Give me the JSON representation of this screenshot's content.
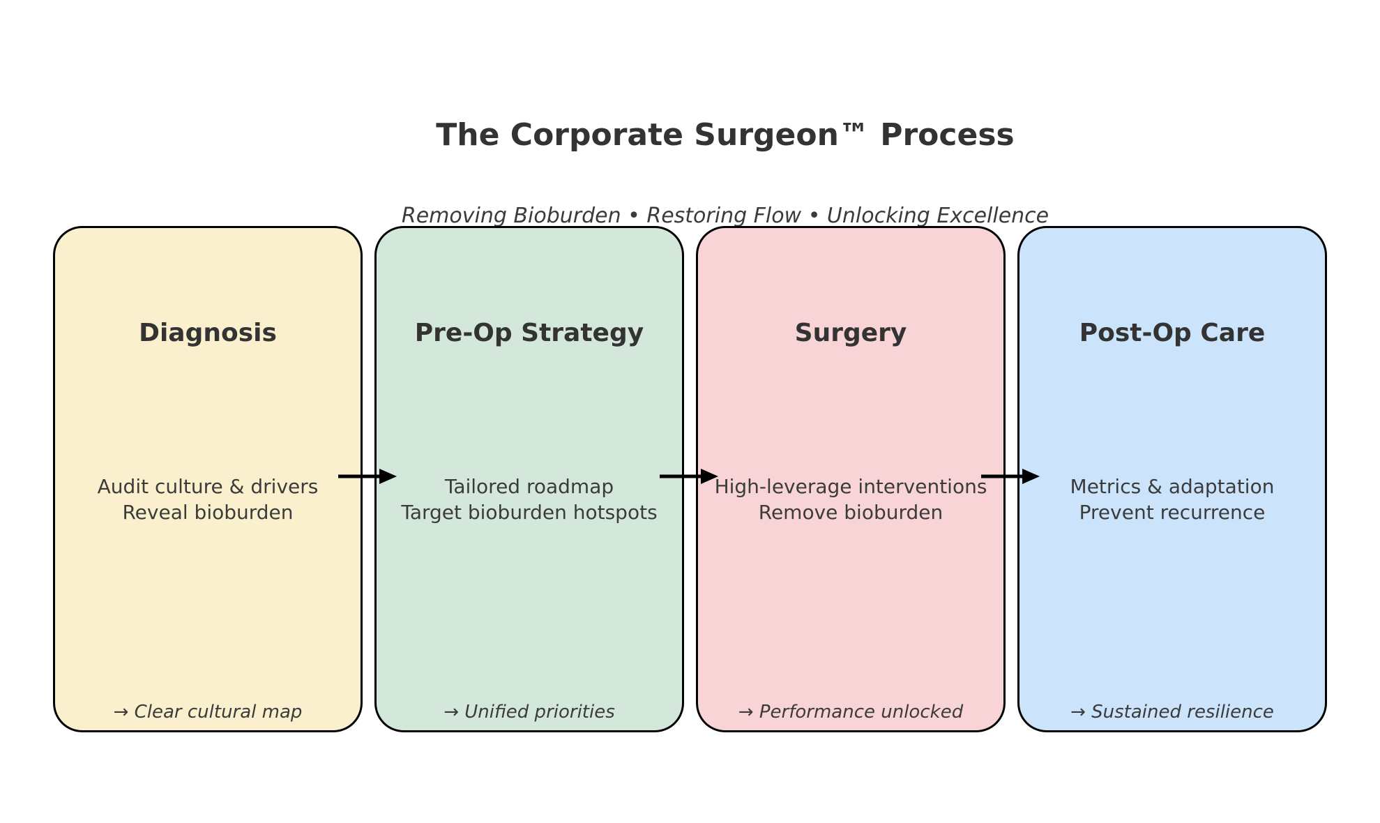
{
  "title": "The Corporate Surgeon™ Process",
  "subtitle": "Removing Bioburden • Restoring Flow • Unlocking Excellence",
  "stages": [
    {
      "name": "Diagnosis",
      "lines": [
        "Audit culture & drivers",
        "Reveal bioburden"
      ],
      "outcome": "→ Clear cultural map",
      "color": "#FBF0CE"
    },
    {
      "name": "Pre-Op Strategy",
      "lines": [
        "Tailored roadmap",
        "Target bioburden hotspots"
      ],
      "outcome": "→ Unified priorities",
      "color": "#D3E8DA"
    },
    {
      "name": "Surgery",
      "lines": [
        "High-leverage interventions",
        "Remove bioburden"
      ],
      "outcome": "→ Performance unlocked",
      "color": "#F8D4D7"
    },
    {
      "name": "Post-Op Care",
      "lines": [
        "Metrics & adaptation",
        "Prevent recurrence"
      ],
      "outcome": "→ Sustained resilience",
      "color": "#CBE3FB"
    }
  ]
}
